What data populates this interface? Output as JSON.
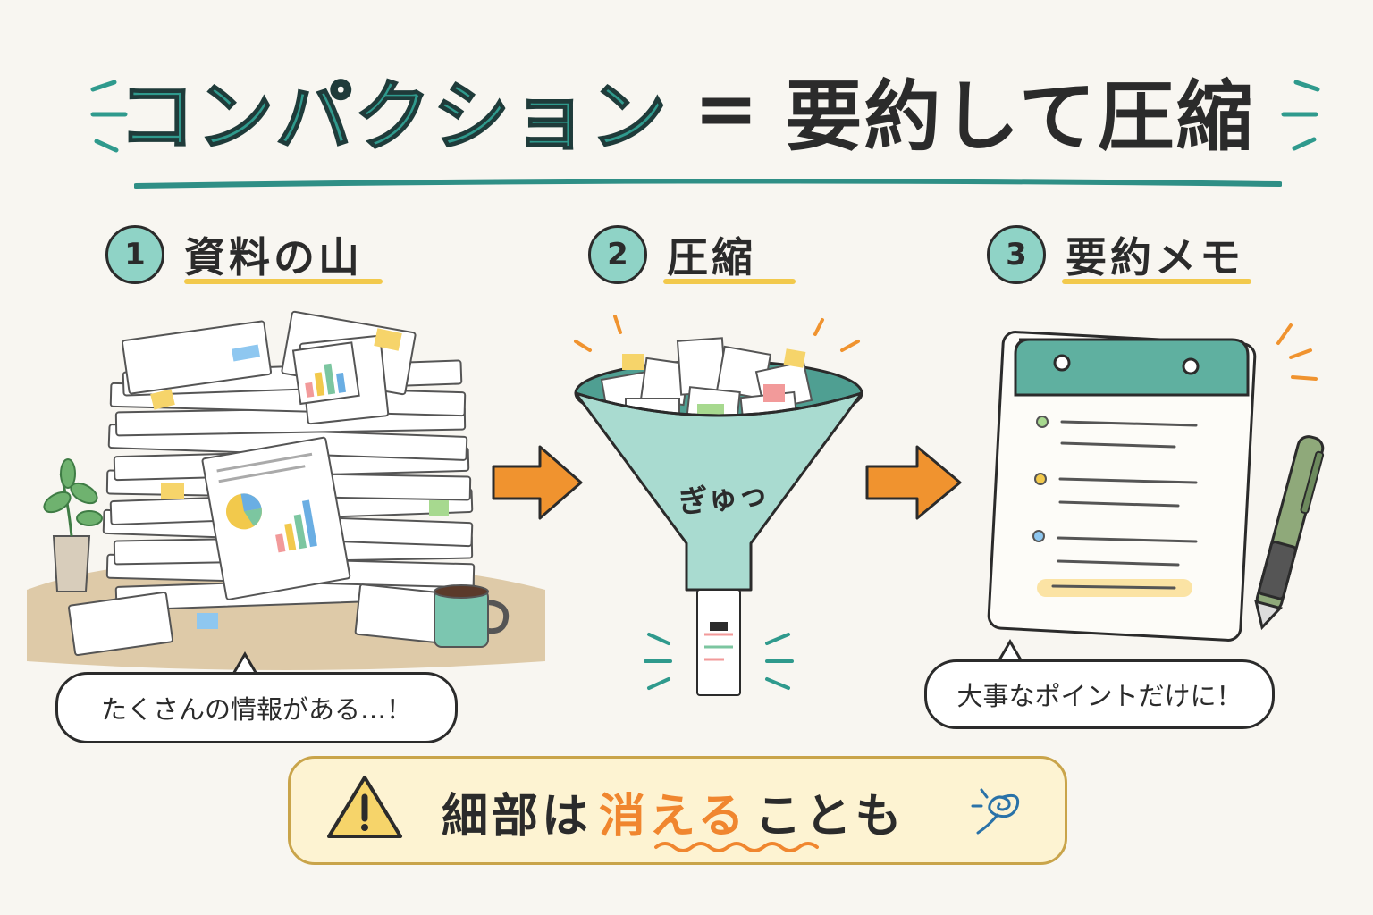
{
  "title": {
    "accent": "コンパクション",
    "equals": "=",
    "rest": "要約して圧縮"
  },
  "steps": [
    {
      "number": "1",
      "label": "資料の山"
    },
    {
      "number": "2",
      "label": "圧縮"
    },
    {
      "number": "3",
      "label": "要約メモ"
    }
  ],
  "funnel_text": "ぎゅっ",
  "bubbles": {
    "left": "たくさんの情報がある…！",
    "right": "大事なポイントだけに！"
  },
  "warning": {
    "prefix": "細部は",
    "accent": "消える",
    "suffix": "ことも"
  },
  "colors": {
    "teal": "#2f9a8d",
    "teal_light": "#8fd3c6",
    "orange": "#f0932f",
    "yellow": "#f2c94c",
    "warning_bg": "#fdf3d2"
  },
  "icons": [
    "warning-icon",
    "swirl-icon",
    "arrow-right-icon",
    "pen-icon",
    "plant-icon",
    "mug-icon",
    "funnel-icon",
    "notepad-icon"
  ]
}
